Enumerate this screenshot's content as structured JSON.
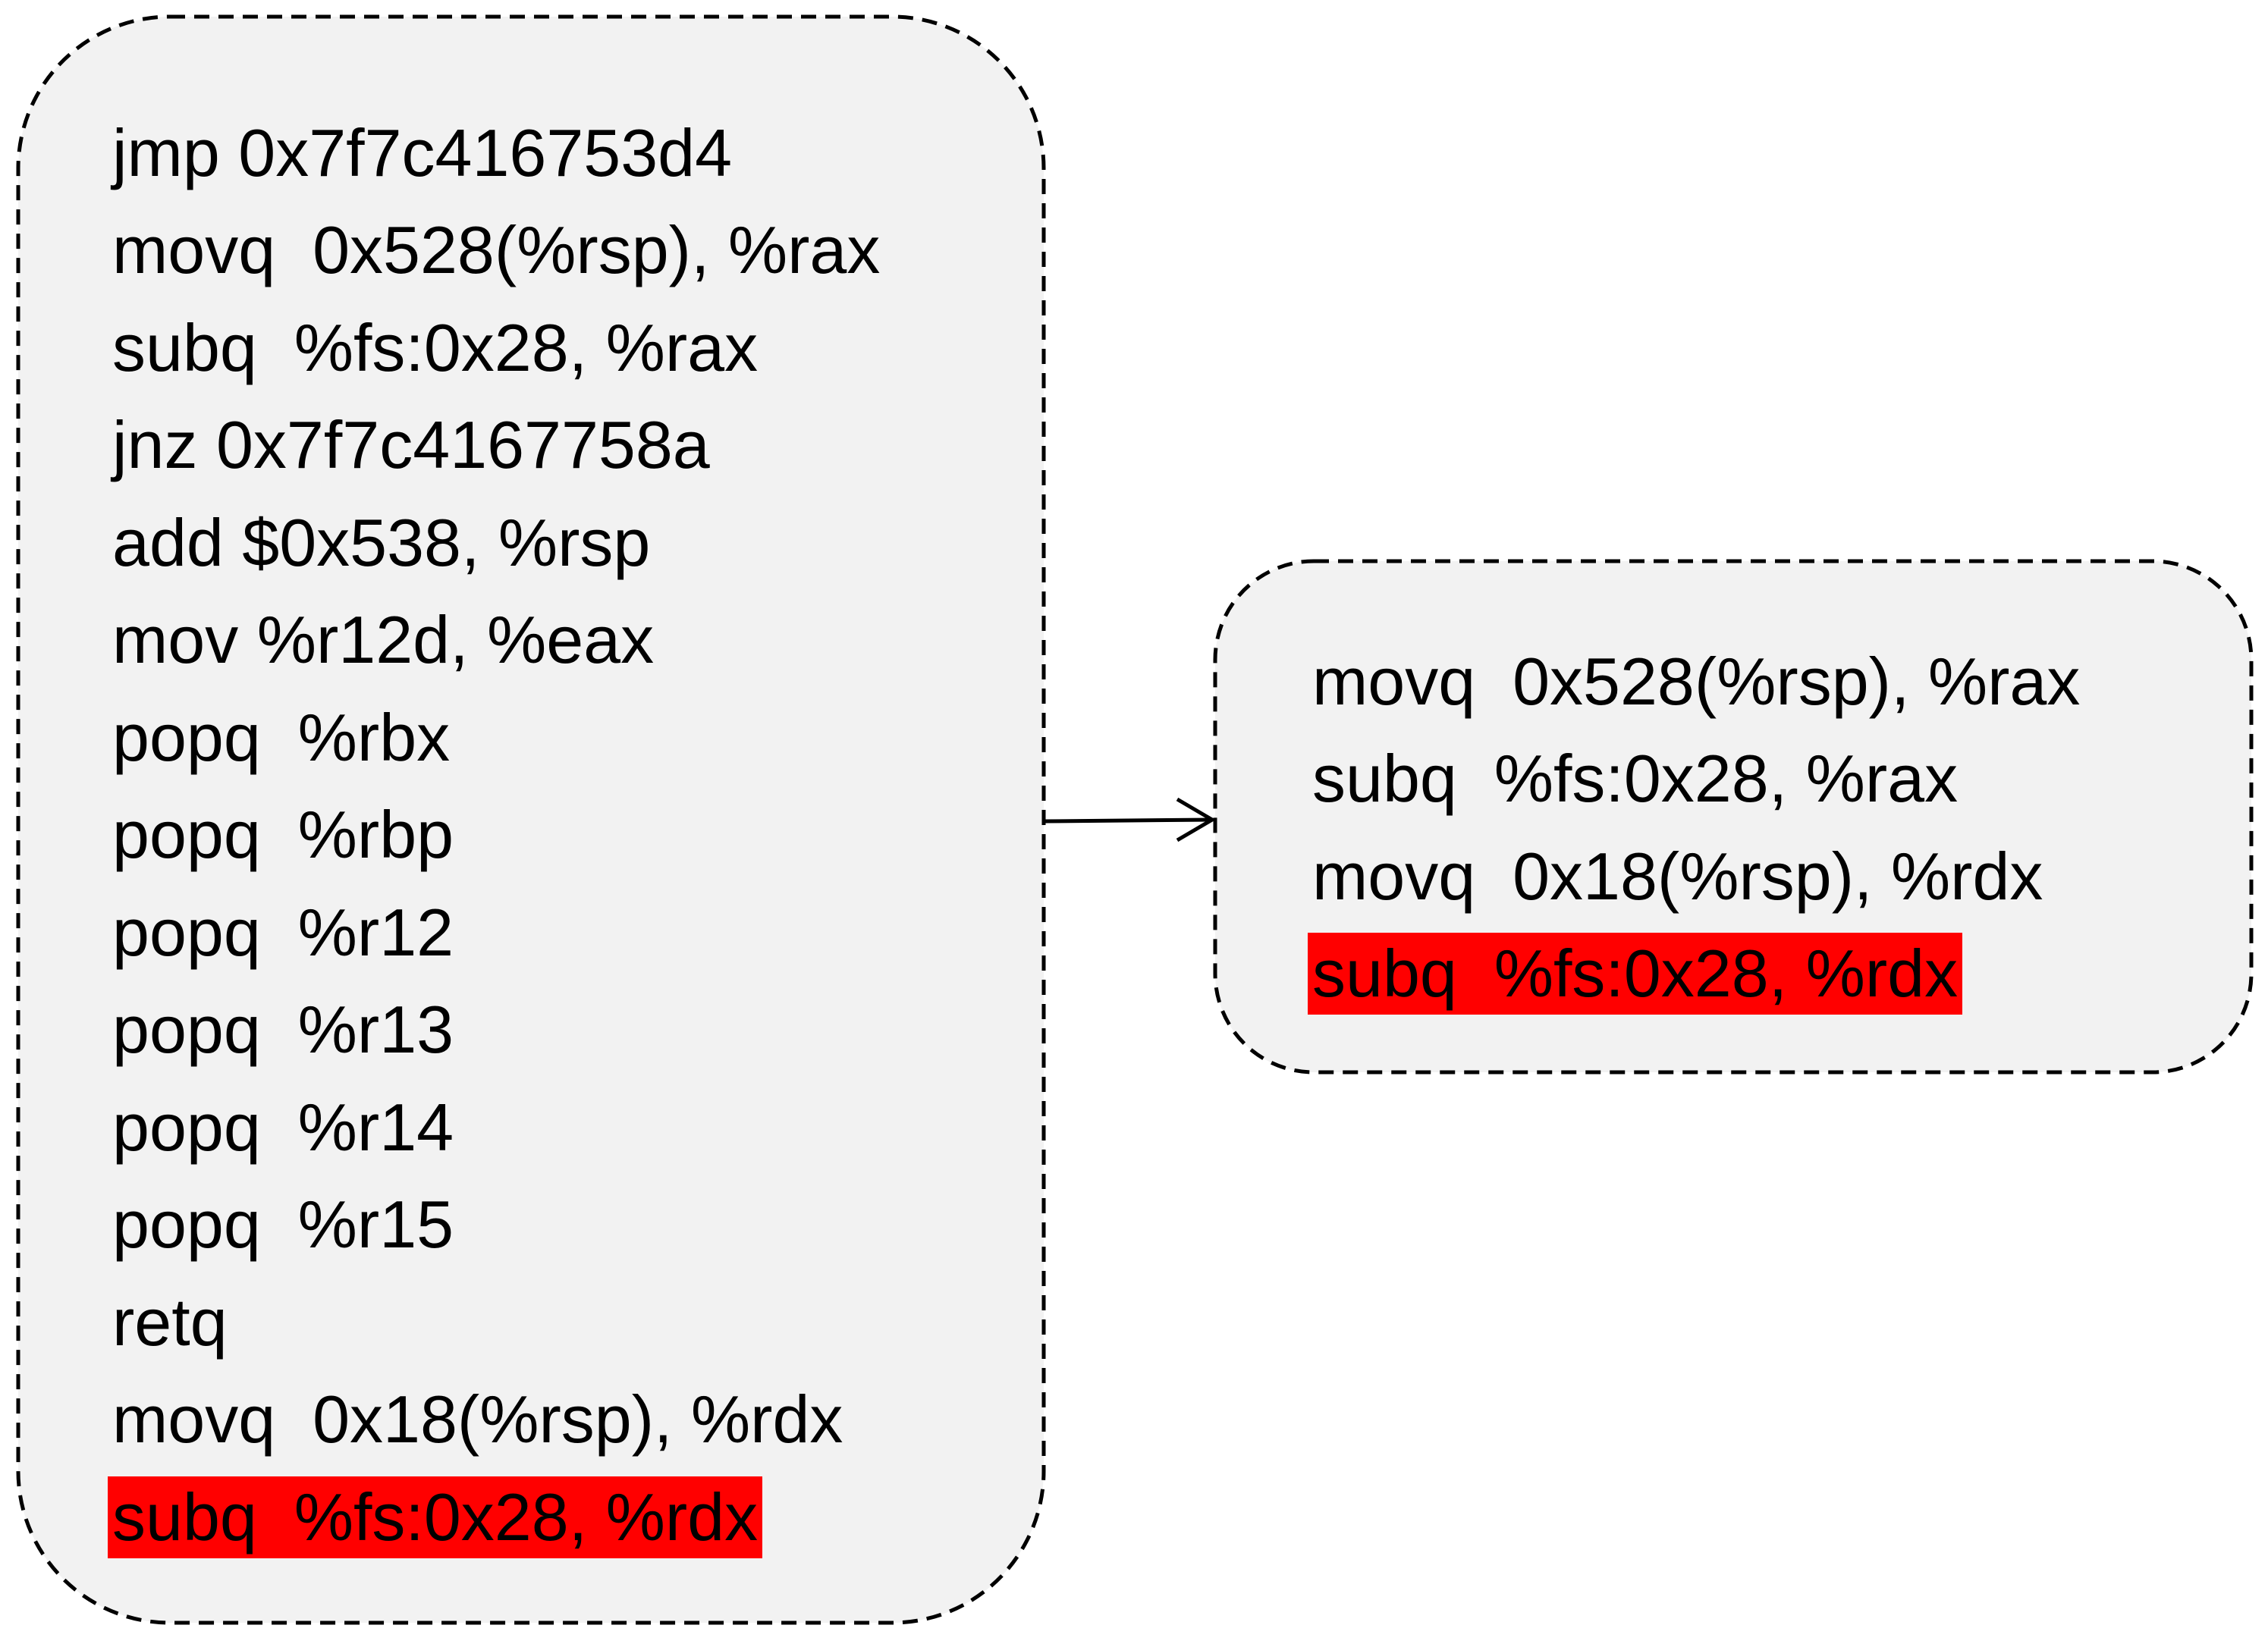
{
  "colors": {
    "box_fill": "#f2f2f2",
    "box_border": "#000000",
    "highlight": "#ff0000",
    "text": "#000000"
  },
  "left_block": {
    "lines": [
      {
        "text": "jmp 0x7f7c416753d4",
        "highlighted": false
      },
      {
        "text": "movq  0x528(%rsp), %rax",
        "highlighted": false
      },
      {
        "text": "subq  %fs:0x28, %rax",
        "highlighted": false
      },
      {
        "text": "jnz 0x7f7c4167758a",
        "highlighted": false
      },
      {
        "text": "add $0x538, %rsp",
        "highlighted": false
      },
      {
        "text": "mov %r12d, %eax",
        "highlighted": false
      },
      {
        "text": "popq  %rbx",
        "highlighted": false
      },
      {
        "text": "popq  %rbp",
        "highlighted": false
      },
      {
        "text": "popq  %r12",
        "highlighted": false
      },
      {
        "text": "popq  %r13",
        "highlighted": false
      },
      {
        "text": "popq  %r14",
        "highlighted": false
      },
      {
        "text": "popq  %r15",
        "highlighted": false
      },
      {
        "text": "retq",
        "highlighted": false
      },
      {
        "text": "movq  0x18(%rsp), %rdx",
        "highlighted": false
      },
      {
        "text": "subq  %fs:0x28, %rdx",
        "highlighted": true
      }
    ]
  },
  "right_block": {
    "lines": [
      {
        "text": "movq  0x528(%rsp), %rax",
        "highlighted": false
      },
      {
        "text": "subq  %fs:0x28, %rax",
        "highlighted": false
      },
      {
        "text": "movq  0x18(%rsp), %rdx",
        "highlighted": false
      },
      {
        "text": "subq  %fs:0x28, %rdx",
        "highlighted": true
      }
    ]
  }
}
